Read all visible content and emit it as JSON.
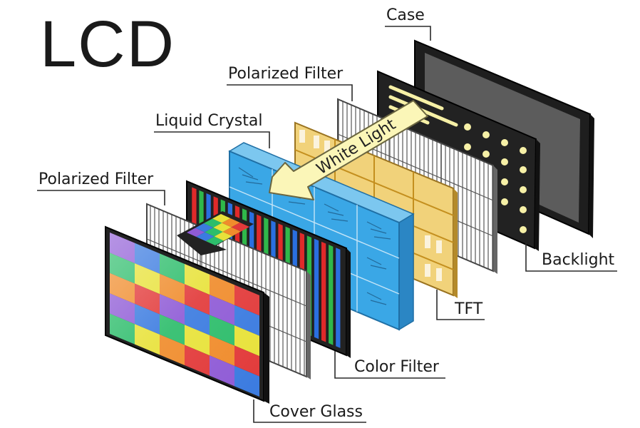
{
  "title": "LCD",
  "labels": {
    "case": "Case",
    "polarized_filter_back": "Polarized Filter",
    "liquid_crystal": "Liquid Crystal",
    "polarized_filter_front": "Polarized Filter",
    "backlight": "Backlight",
    "tft": "TFT",
    "color_filter": "Color Filter",
    "cover_glass": "Cover Glass"
  },
  "arrow_text": "White Light",
  "colors": {
    "case_frame": "#2a2a2a",
    "case_screen": "#5a5a5a",
    "backlight_led": "#f6f0a6",
    "tft_gold": "#d9ad3c",
    "liquid_crystal_blue": "#3aa7e6",
    "white_light_arrow": "#fbf6b8",
    "cover_glass_cells": [
      "#8f5bd6",
      "#3b7be0",
      "#2dbd6b",
      "#e8e23a",
      "#f08c2c",
      "#e23a3a"
    ]
  }
}
